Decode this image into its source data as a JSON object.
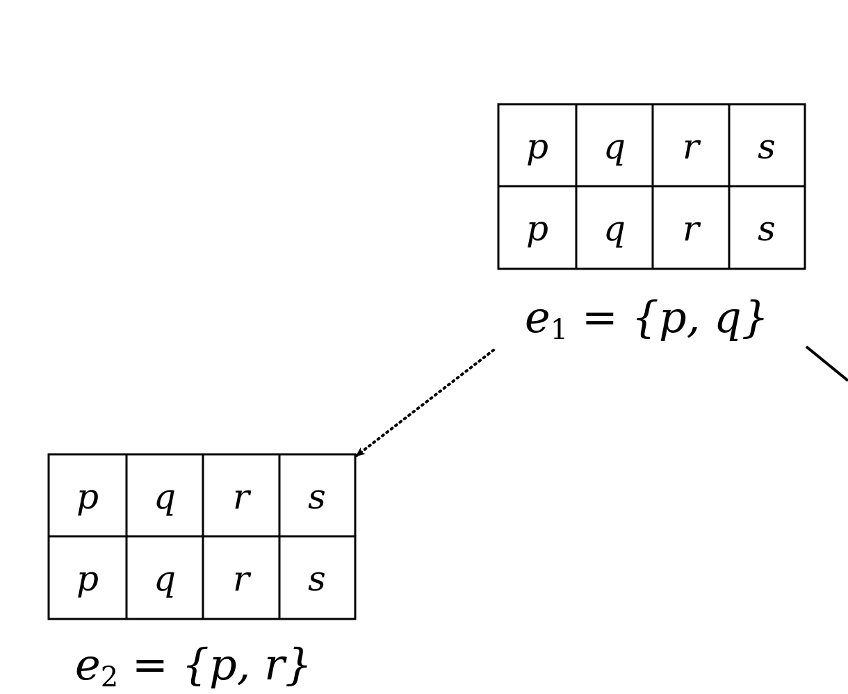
{
  "tables": [
    {
      "id": "table-1",
      "rows": [
        [
          "p",
          "q",
          "r",
          "s"
        ],
        [
          "p",
          "q",
          "r",
          "s"
        ]
      ],
      "label": {
        "var": "e",
        "sub": "1",
        "eq": " = ",
        "set": "{p, q}"
      }
    },
    {
      "id": "table-2",
      "rows": [
        [
          "p",
          "q",
          "r",
          "s"
        ],
        [
          "p",
          "q",
          "r",
          "s"
        ]
      ],
      "label": {
        "var": "e",
        "sub": "2",
        "eq": " = ",
        "set": "{p, r}"
      }
    }
  ],
  "edges": [
    {
      "from": "table-1",
      "to": "table-2",
      "style": "dotted",
      "arrow": true
    },
    {
      "from": "table-1",
      "to": "offscreen-right",
      "style": "solid",
      "arrow": false
    }
  ]
}
